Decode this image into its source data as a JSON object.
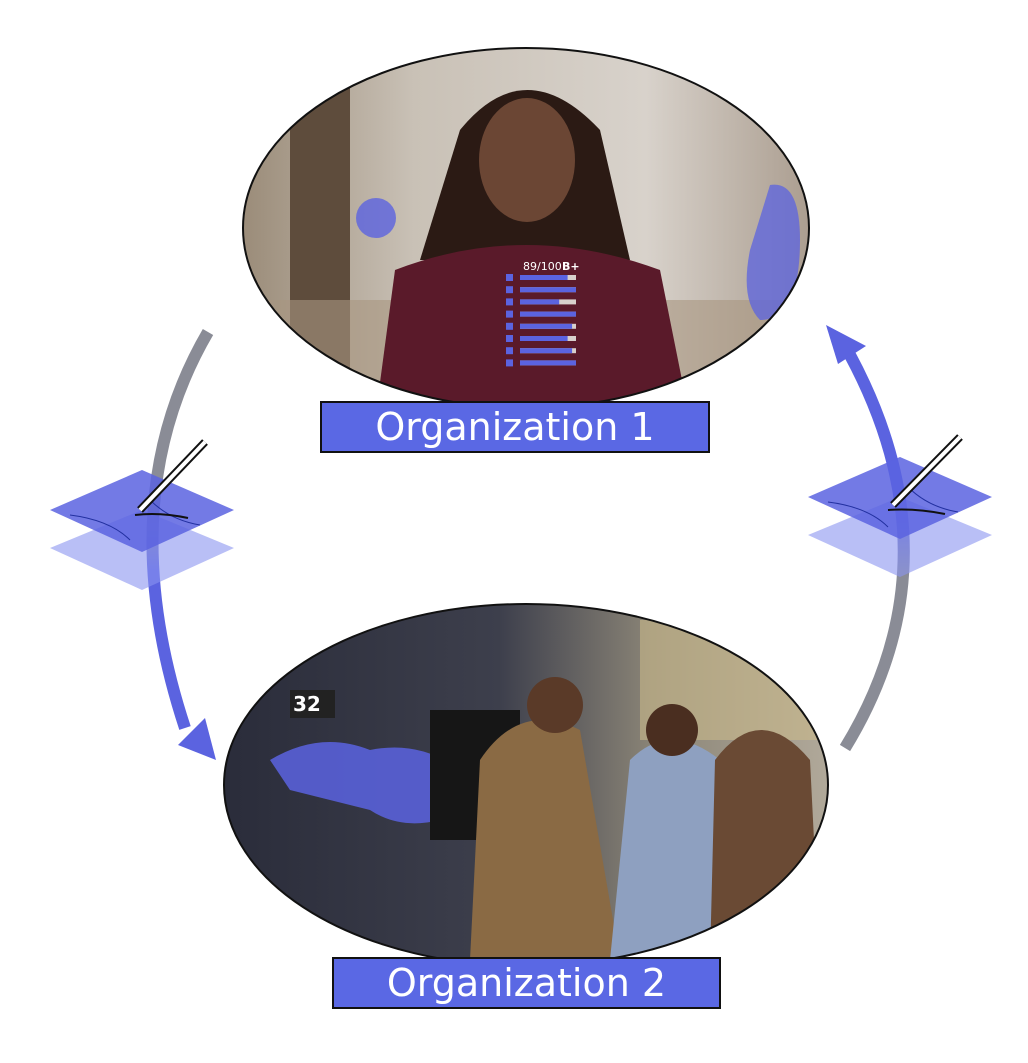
{
  "organizations": [
    {
      "label": "Organization 1",
      "scene": {
        "score": "89/100",
        "grade": "B+",
        "bar_fills": [
          0.85,
          1.0,
          0.7,
          1.0,
          0.93,
          0.85,
          0.93,
          1.0
        ]
      }
    },
    {
      "label": "Organization 2",
      "scene": {
        "counter": "32"
      }
    }
  ],
  "colors": {
    "accent": "#5a68e4",
    "arrow_gray": "#8a8c96",
    "arrow_blue": "#5b63e0",
    "outline": "#111111"
  }
}
